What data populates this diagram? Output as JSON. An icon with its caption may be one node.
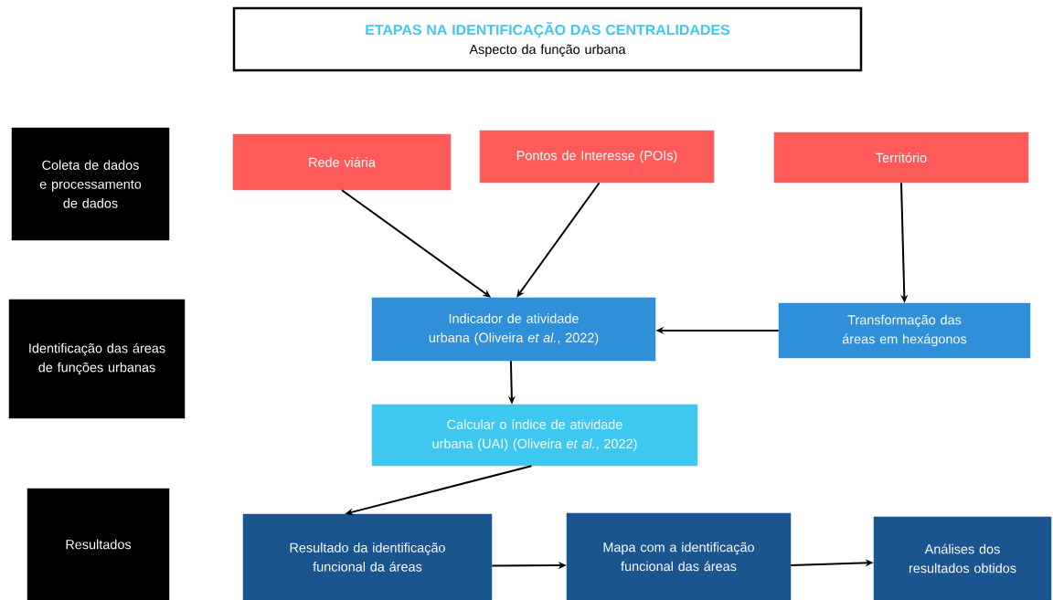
{
  "diagram": {
    "nodes": [
      {
        "text": [
          "ETAPAS NA IDENTIFICAÇÃO DAS CENTRALIDADES",
          "Aspecto da função urbana"
        ]
      },
      {
        "text": [
          "Coleta de dados e processamento de dados"
        ]
      },
      {
        "text": [
          "Identificação das áreas de funções urbanas"
        ]
      },
      {
        "text": [
          "Resultados"
        ]
      },
      {
        "text": [
          "Rede viária"
        ]
      },
      {
        "text": [
          "Pontos de Interesse (POIs)"
        ]
      },
      {
        "text": [
          "Território"
        ]
      },
      {
        "text": [
          "Indicador de atividade urbana (Oliveira *et al.*, 2022)"
        ]
      },
      {
        "text": [
          "Transformação das áreas em hexágonos"
        ]
      },
      {
        "text": [
          "Calcular o índice de atividade urbana (UAI) (Oliveira *et al.*, 2022)"
        ]
      },
      {
        "text": [
          "Resultado da identificação funcional da áreas"
        ]
      },
      {
        "text": [
          "Mapa com a identificação funcional das áreas"
        ]
      },
      {
        "text": [
          "Análises dos resultados obtidos"
        ]
      }
    ],
    "edges": [
      {
        "from": 4,
        "to": 7,
        "arrow": "to"
      },
      {
        "from": 5,
        "to": 7,
        "arrow": "to"
      },
      {
        "from": 6,
        "to": 8,
        "arrow": "to"
      },
      {
        "from": 8,
        "to": 7,
        "arrow": "to"
      },
      {
        "from": 7,
        "to": 9,
        "arrow": "to"
      },
      {
        "from": 9,
        "to": 10,
        "arrow": "to"
      },
      {
        "from": 10,
        "to": 11,
        "arrow": "to"
      },
      {
        "from": 11,
        "to": 12,
        "arrow": "to"
      }
    ]
  }
}
